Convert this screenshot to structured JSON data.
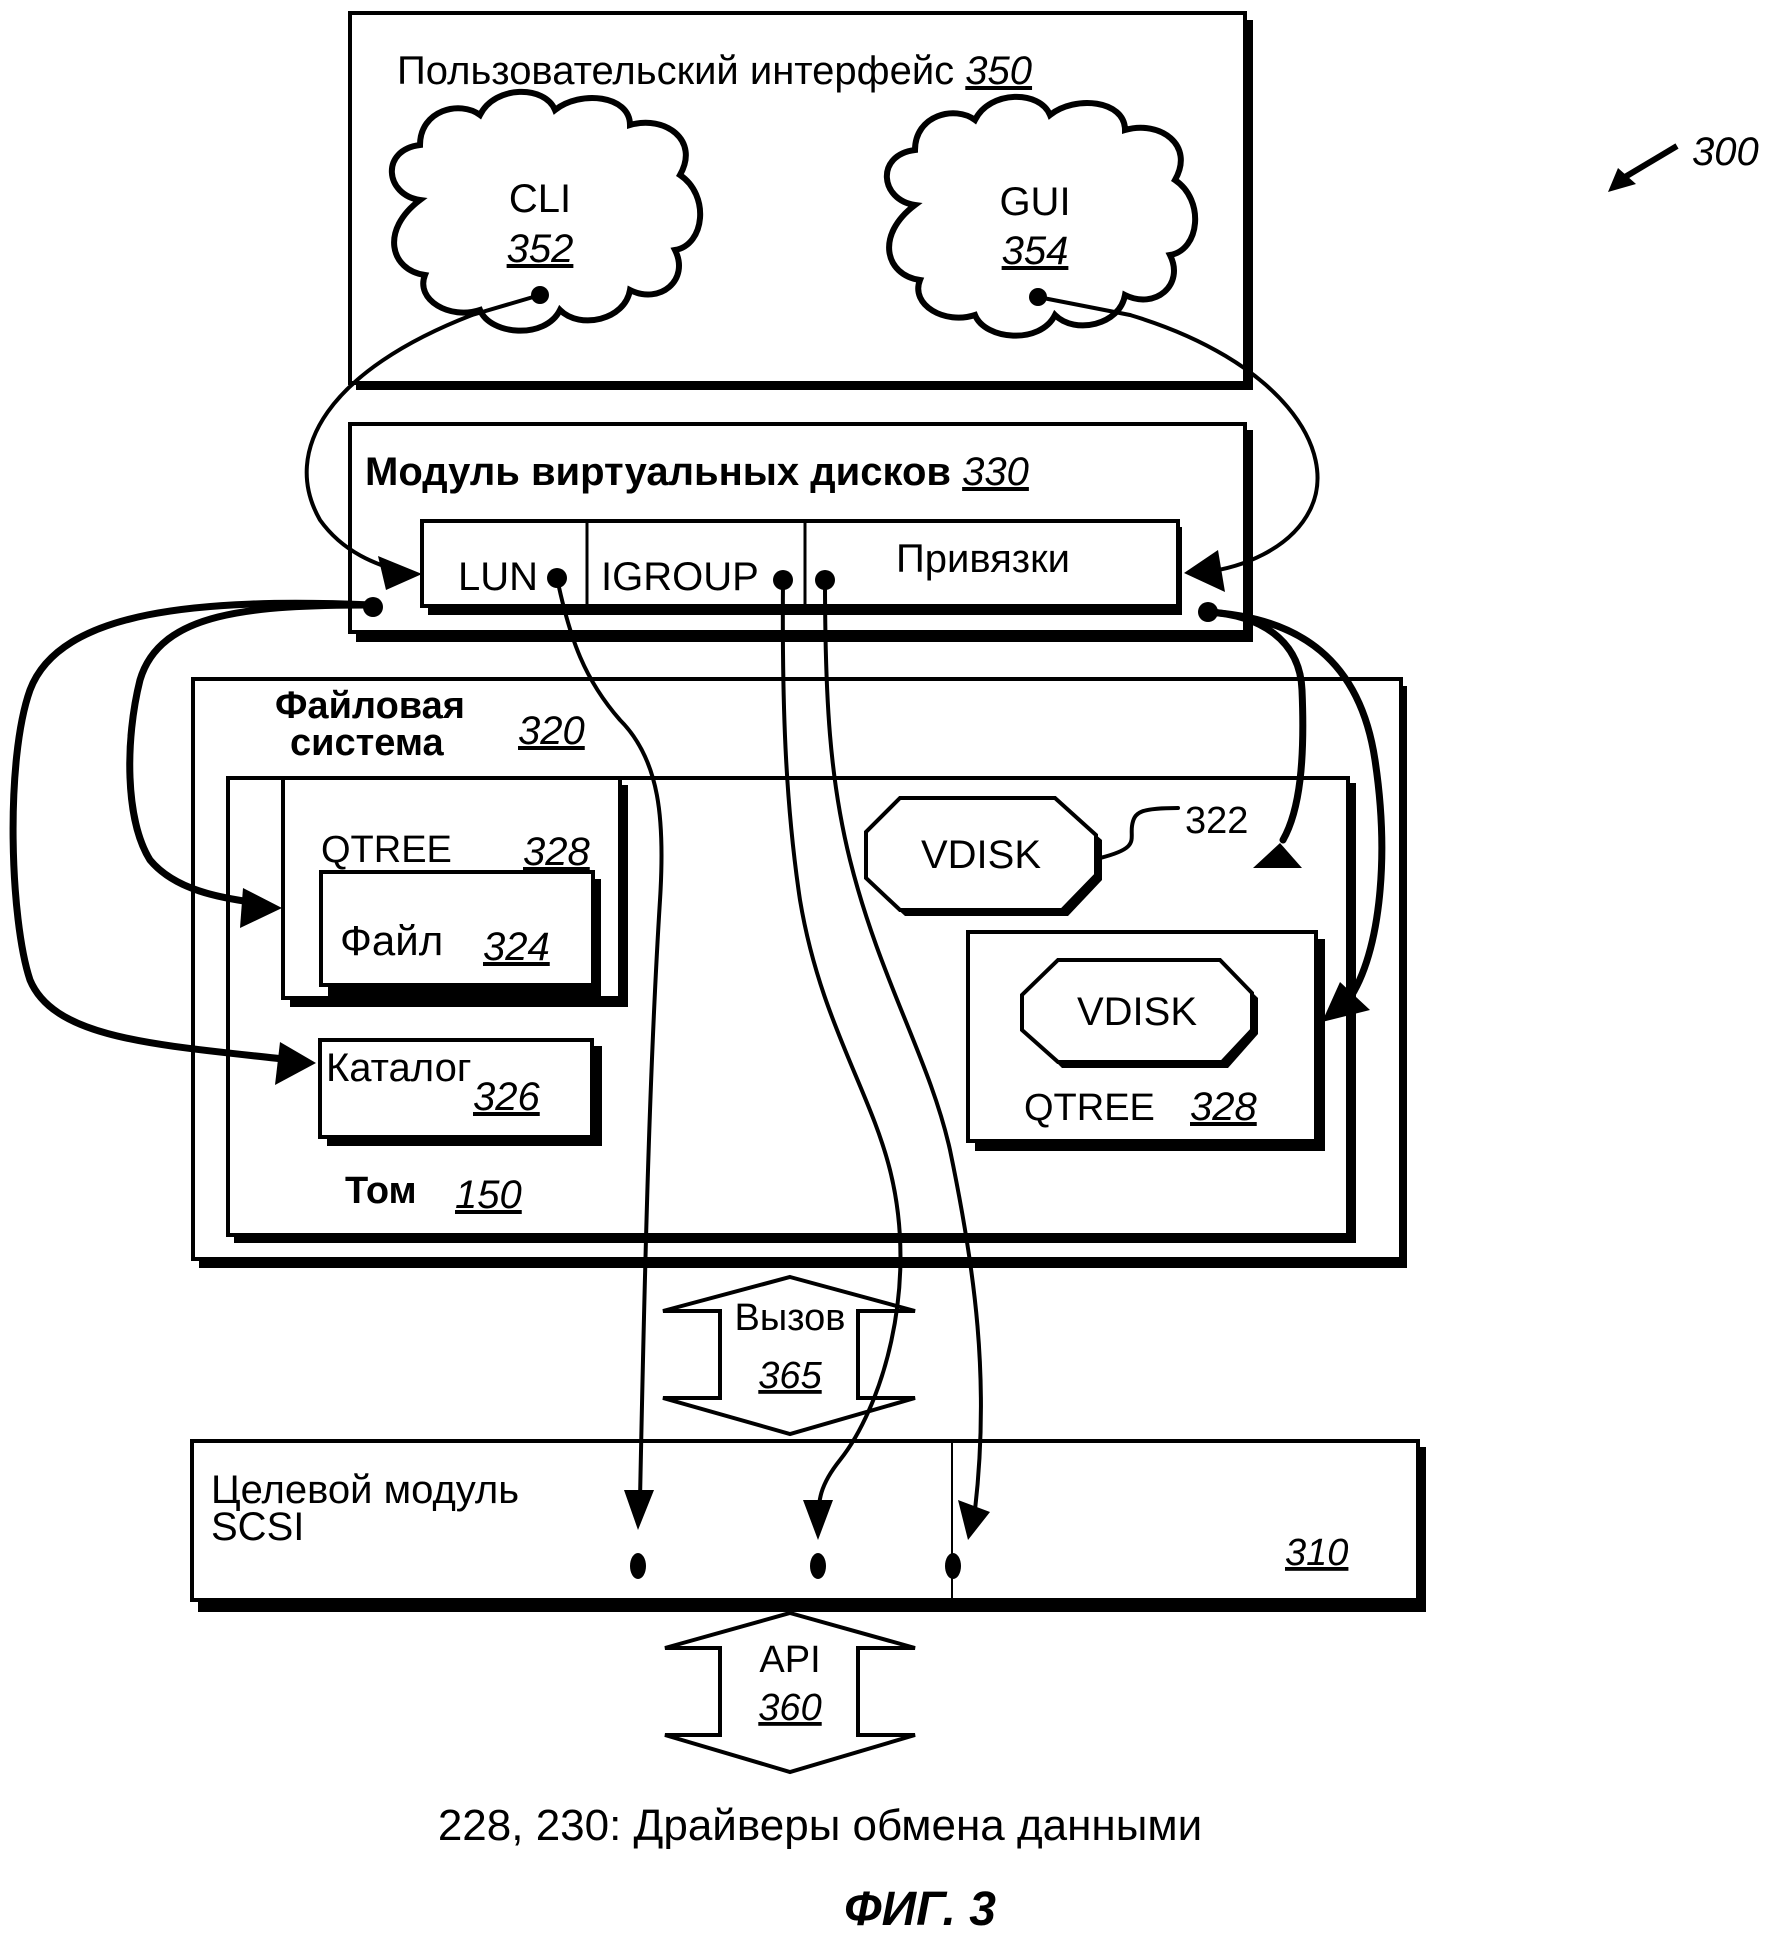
{
  "figure": {
    "ref_number": "300",
    "caption": "ФИГ. 3",
    "bottom_label": "228, 230: Драйверы обмена данными"
  },
  "user_interface": {
    "title": "Пользовательский интерфейс",
    "ref": "350",
    "cli": {
      "label": "CLI",
      "ref": "352"
    },
    "gui": {
      "label": "GUI",
      "ref": "354"
    }
  },
  "vdisk_module": {
    "title": "Модуль виртуальных дисков",
    "ref": "330",
    "cells": [
      {
        "label": "LUN"
      },
      {
        "label": "IGROUP"
      },
      {
        "label": "Привязки"
      }
    ]
  },
  "file_system": {
    "title_line1": "Файловая",
    "title_line2": "система",
    "ref": "320",
    "volume": {
      "label": "Том",
      "ref": "150",
      "qtree_left": {
        "label": "QTREE",
        "ref": "328",
        "file": {
          "label": "Файл",
          "ref": "324"
        }
      },
      "catalog": {
        "label": "Каталог",
        "ref": "326"
      },
      "vdisk_top": {
        "label": "VDISK",
        "callout_ref": "322"
      },
      "qtree_right": {
        "label": "QTREE",
        "ref": "328",
        "vdisk": {
          "label": "VDISK"
        }
      }
    }
  },
  "call_arrow": {
    "label": "Вызов",
    "ref": "365"
  },
  "scsi_target": {
    "line1": "Целевой модуль",
    "line2": "SCSI",
    "ref": "310"
  },
  "api_arrow": {
    "label": "API",
    "ref": "360"
  }
}
